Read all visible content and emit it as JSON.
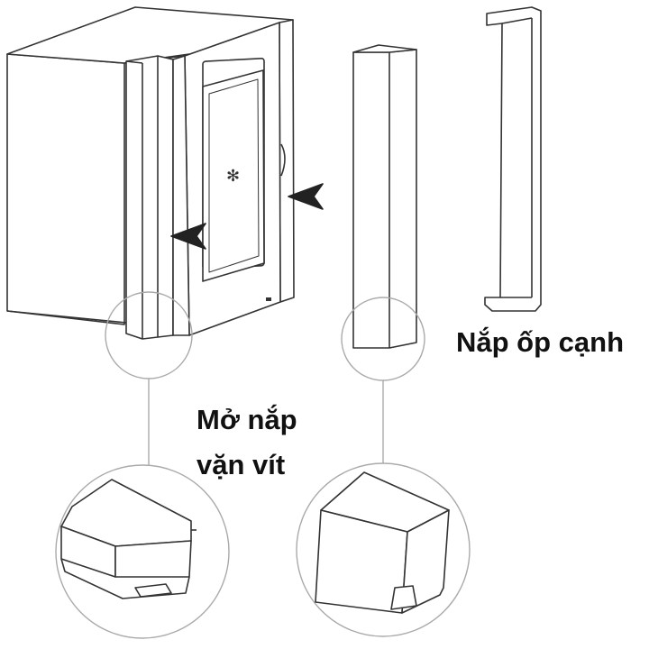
{
  "labels": {
    "side_cover": "Nắp ốp cạnh",
    "open_line1": "Mở nắp",
    "open_line2": "vặn vít"
  },
  "colors": {
    "line": "#333333",
    "callout": "#aaaaaa",
    "arrow": "#222222",
    "background": "#ffffff"
  },
  "icons": [
    "fridge-illustration",
    "cover-strip",
    "handle-strip",
    "direction-arrow",
    "magnifier-circle",
    "detail-tab",
    "detail-notch"
  ]
}
